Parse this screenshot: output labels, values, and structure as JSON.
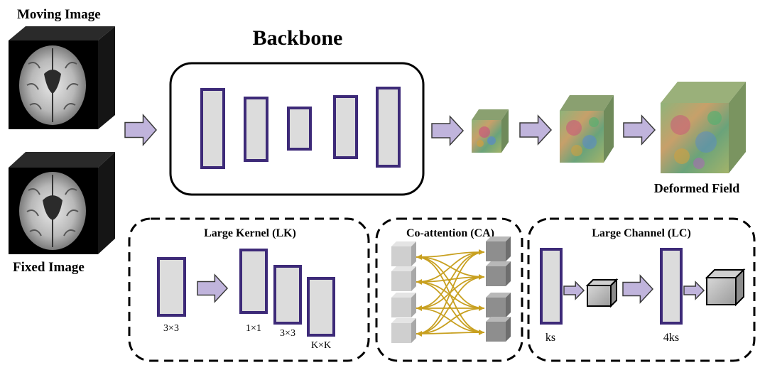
{
  "inputs": {
    "moving_label": "Moving Image",
    "fixed_label": "Fixed Image"
  },
  "backbone": {
    "title": "Backbone"
  },
  "output": {
    "label": "Deformed Field"
  },
  "modules": {
    "lk": {
      "title": "Large Kernel (LK)",
      "labels": [
        "3×3",
        "1×1",
        "3×3",
        "K×K"
      ]
    },
    "ca": {
      "title": "Co-attention (CA)"
    },
    "lc": {
      "title": "Large Channel (LC)",
      "labels": [
        "ks",
        "4ks"
      ]
    }
  },
  "colors": {
    "block_fill": "#dcdcdc",
    "block_stroke": "#3d2a78",
    "arrow_fill": "#c0b4dc",
    "arrow_stroke": "#3a3a3a",
    "attention_line": "#c8a020"
  }
}
